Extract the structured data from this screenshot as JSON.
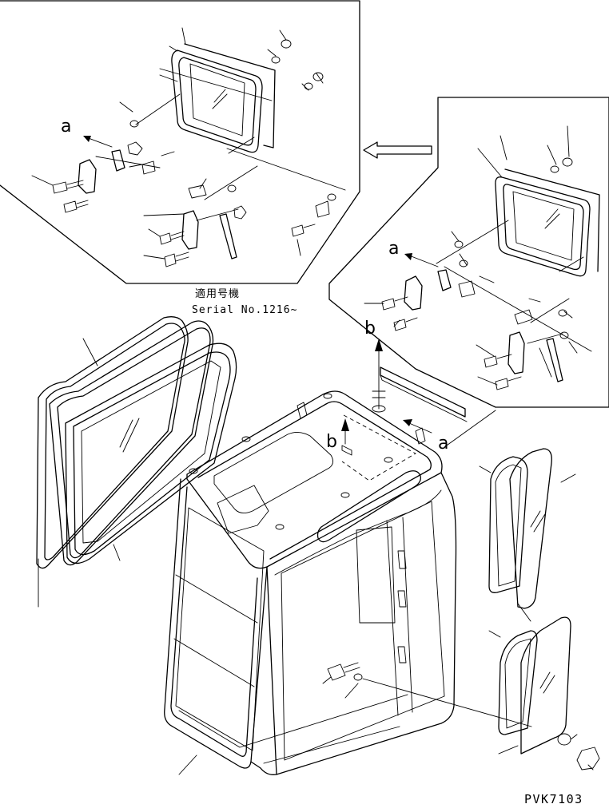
{
  "applicability_label": "適用号機",
  "serial_label": "Serial No.1216~",
  "callouts": {
    "a": "a",
    "b": "b"
  },
  "diagram_code": "PVK7103"
}
